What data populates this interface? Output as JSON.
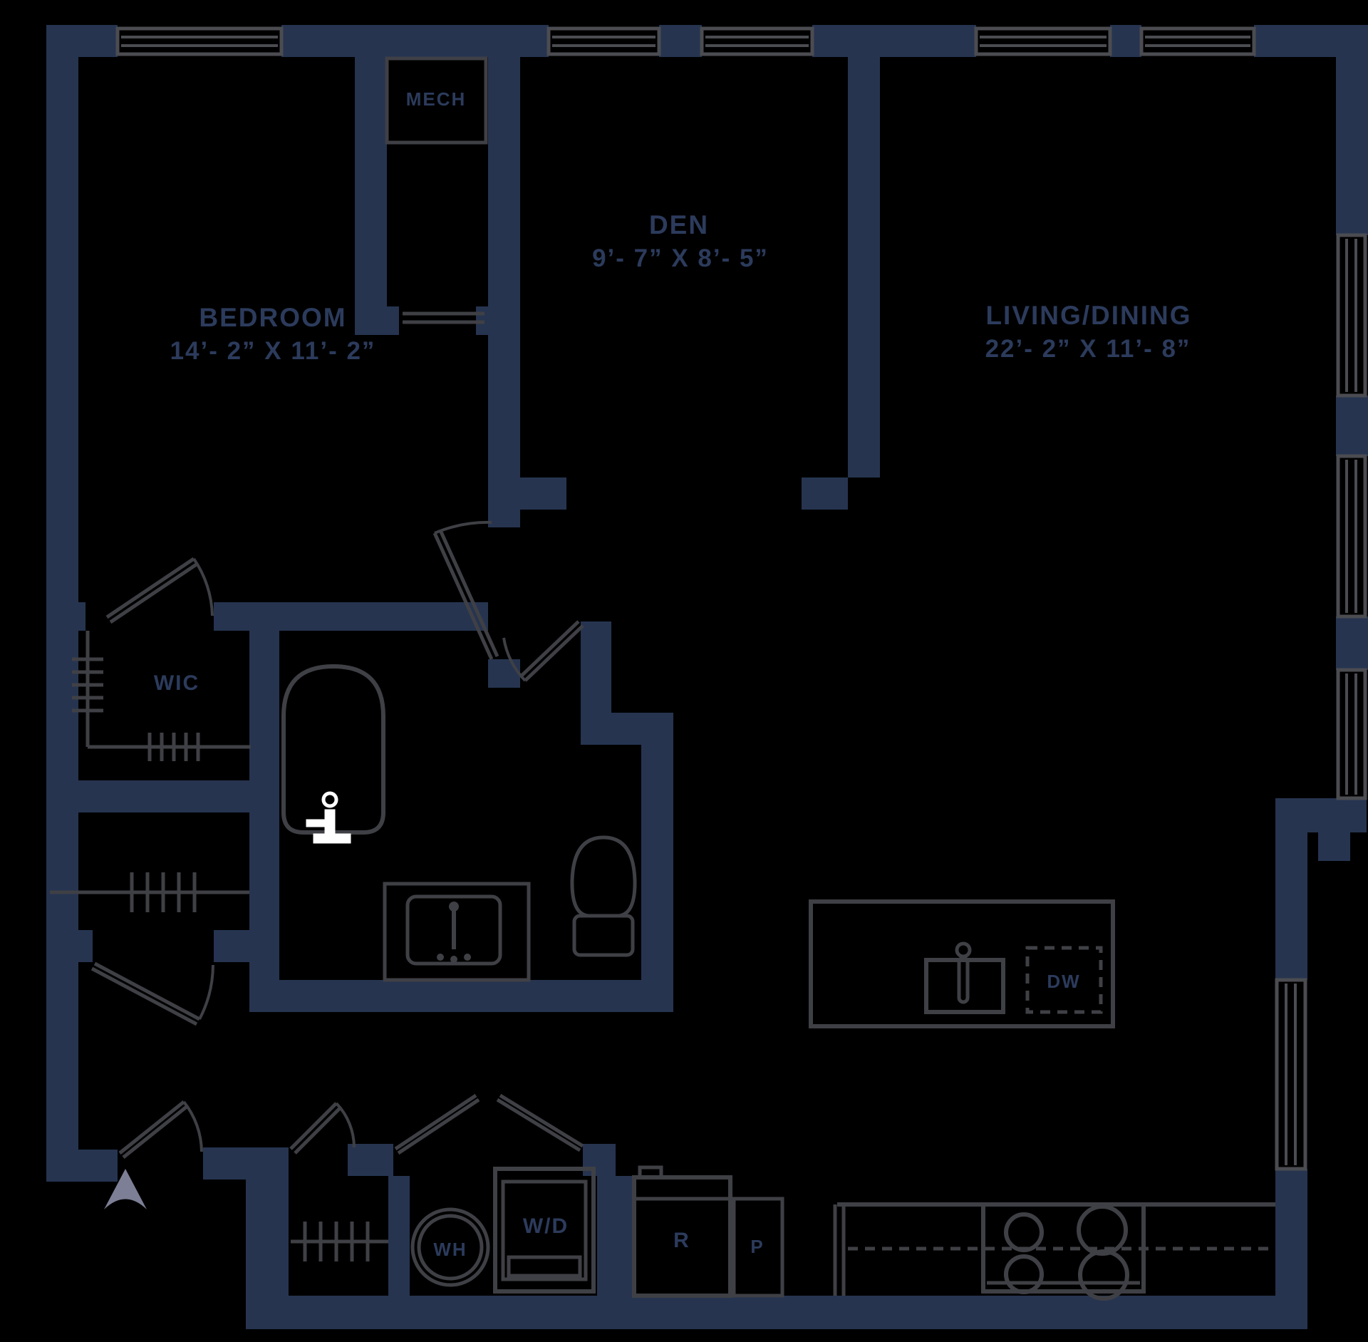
{
  "colors": {
    "bg": "#000000",
    "wall": "#263450",
    "window_line": "#4b4c51",
    "fixture_line": "#3f4045",
    "label": "#2c3b5c",
    "arrow": "#7c7f95",
    "faucet_white": "#ffffff"
  },
  "rooms": {
    "bedroom": {
      "name": "BEDROOM",
      "dims": "14’- 2” X 11’- 2”"
    },
    "den": {
      "name": "DEN",
      "dims": "9’- 7” X 8’- 5”"
    },
    "living": {
      "name": "LIVING/DINING",
      "dims": "22’- 2” X 11’- 8”"
    },
    "mech": {
      "name": "MECH"
    },
    "wic": {
      "name": "WIC"
    }
  },
  "fixtures": {
    "dishwasher": "DW",
    "water_heater": "WH",
    "washer_dryer": "W/D",
    "refrigerator": "R",
    "pantry": "P"
  },
  "compass": {
    "direction": "north"
  }
}
